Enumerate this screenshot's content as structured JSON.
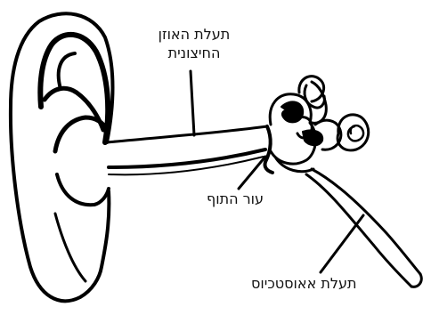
{
  "diagram": {
    "labels": {
      "outer_ear_canal_line1": "תעלת האוזן",
      "outer_ear_canal_line2": "החיצונית",
      "eardrum": "עור התוף",
      "eustachian_tube": "תעלת אאוסטכיוס"
    }
  }
}
